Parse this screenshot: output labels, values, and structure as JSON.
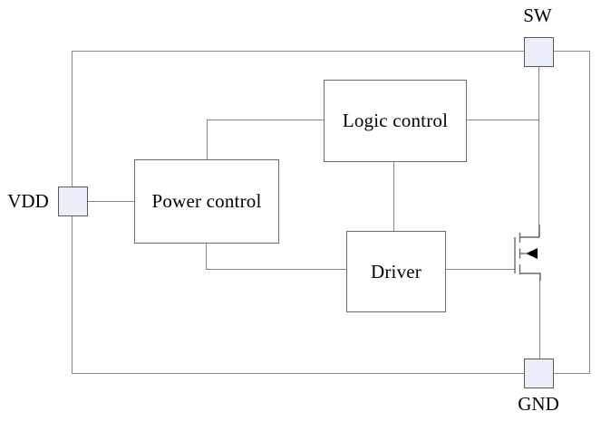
{
  "diagram": {
    "type": "circuit-block-diagram",
    "blocks": {
      "power": {
        "label": "Power control"
      },
      "logic": {
        "label": "Logic control"
      },
      "driver": {
        "label": "Driver"
      }
    },
    "pins": {
      "vdd": {
        "label": "VDD",
        "side": "left"
      },
      "sw": {
        "label": "SW",
        "side": "top-right"
      },
      "gnd": {
        "label": "GND",
        "side": "bottom-right"
      }
    },
    "symbols": {
      "transistor": "nmos-mosfet-icon"
    },
    "connections": [
      "VDD pad -> Power control (left)",
      "Power control (top) -> Logic control (left)",
      "Power control (bottom) -> Driver (left)",
      "Logic control (bottom) -> Driver (top)",
      "Logic control (right) -> SW net",
      "Driver (right) -> MOSFET gate",
      "SW pad -> MOSFET drain",
      "MOSFET source -> GND pad"
    ],
    "colors": {
      "background": "#ffffff",
      "wire": "#848484",
      "block_border": "#6b6b6b",
      "pad_fill": "#e9eef8",
      "pad_border": "#5a5a5a",
      "text": "#000000"
    }
  }
}
